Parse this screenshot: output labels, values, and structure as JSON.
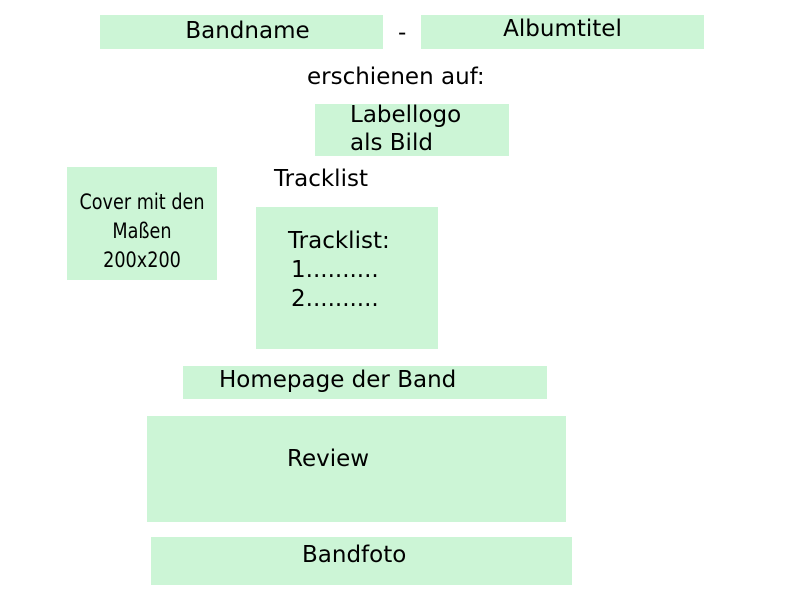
{
  "header": {
    "band_label": "Bandname",
    "separator": "-",
    "album_label": "Albumtitel"
  },
  "released_on_label": "erschienen auf:",
  "label_logo": {
    "line1": "Labellogo",
    "line2": "als Bild"
  },
  "cover": {
    "line1": "Cover mit den",
    "line2": "Maßen",
    "line3": "200x200"
  },
  "tracklist_heading": "Tracklist",
  "tracklist_box": {
    "title": "Tracklist:",
    "items": [
      "1..........",
      "2.........."
    ]
  },
  "homepage_label": "Homepage der Band",
  "review_label": "Review",
  "bandfoto_label": "Bandfoto",
  "colors": {
    "box_fill": "#ccf5d6",
    "text": "#000000",
    "background": "#ffffff"
  }
}
